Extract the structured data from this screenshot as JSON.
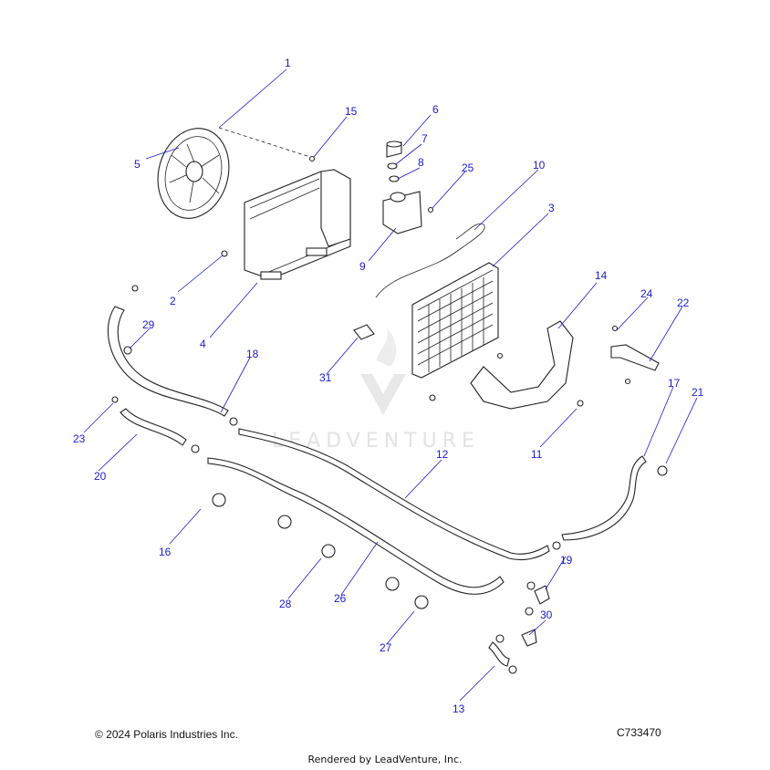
{
  "watermark": "LEADVENTURE",
  "footer": {
    "copyright": "© 2024 Polaris Industries Inc.",
    "diagram_id": "C733470",
    "rendered_by": "Rendered by LeadVenture, Inc."
  },
  "callouts": [
    "1",
    "2",
    "3",
    "4",
    "5",
    "6",
    "7",
    "8",
    "9",
    "10",
    "11",
    "12",
    "13",
    "14",
    "15",
    "16",
    "17",
    "18",
    "19",
    "20",
    "21",
    "22",
    "23",
    "24",
    "25",
    "26",
    "27",
    "28",
    "29",
    "30",
    "31"
  ],
  "colors": {
    "callout": "#1a1ad0",
    "line": "#222222",
    "watermark": "#e3e3e3"
  }
}
